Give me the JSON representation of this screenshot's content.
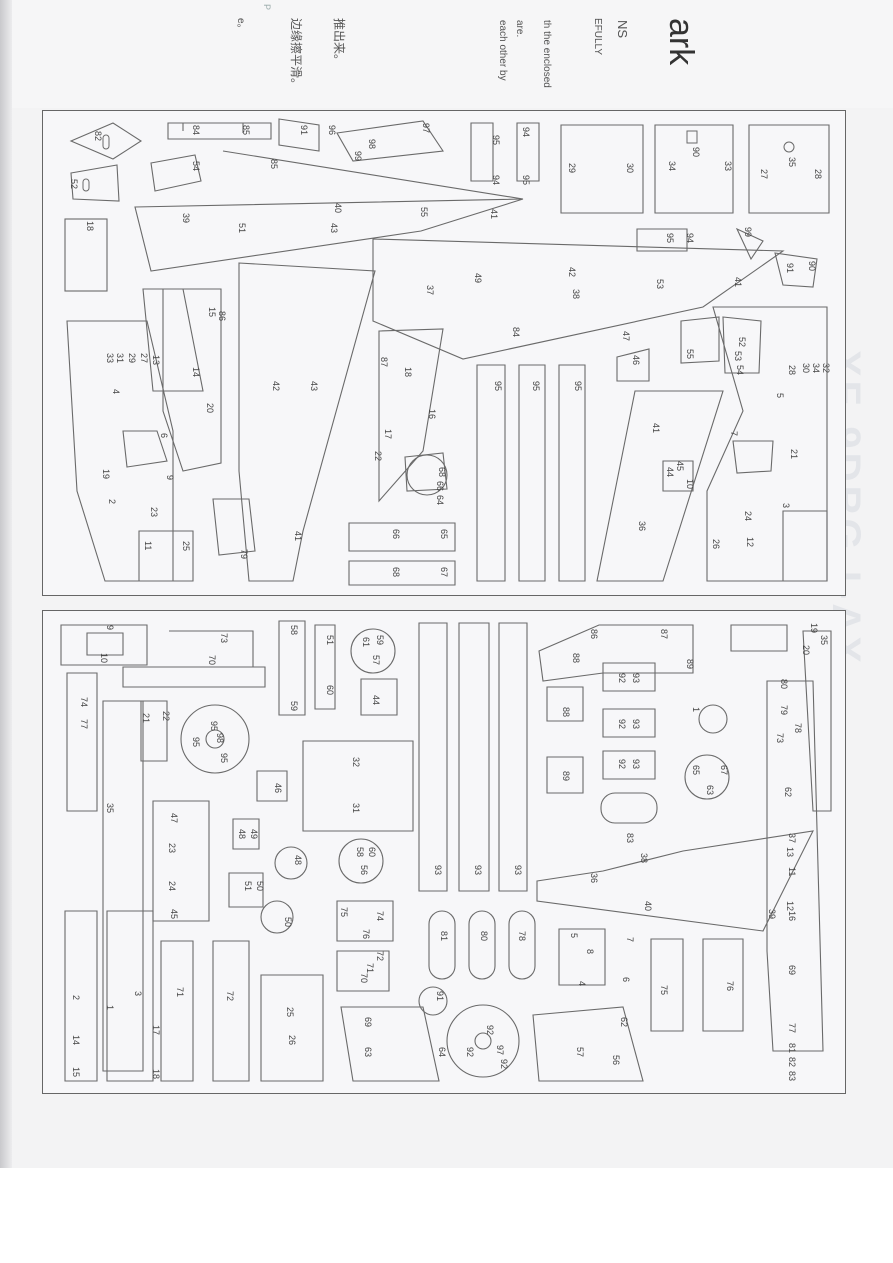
{
  "header": {
    "title_fragment": "ark",
    "subtitle_fragment": "NS",
    "carefully_fragment": "EFULLY",
    "line1": "th the enclosed",
    "line2": "are.",
    "line3": "each other by",
    "cn_line1": "推出来。",
    "cn_line2": "边缘擦平滑。",
    "edge_char1": "P",
    "edge_char2": "e。"
  },
  "watermark": {
    "text": "XF-9DRG-I-AX"
  },
  "sheet_top": {
    "labels": [
      "82",
      "52",
      "18",
      "84",
      "85",
      "54",
      "39",
      "51",
      "85",
      "91",
      "96",
      "97",
      "98",
      "99",
      "95",
      "94",
      "94",
      "95",
      "29",
      "30",
      "90",
      "34",
      "33",
      "35",
      "27",
      "28",
      "40",
      "43",
      "55",
      "41",
      "95",
      "94",
      "99",
      "91",
      "90",
      "37",
      "49",
      "42",
      "38",
      "53",
      "41",
      "84",
      "47",
      "46",
      "55",
      "53",
      "52",
      "54",
      "34",
      "32",
      "30",
      "28",
      "5",
      "27",
      "29",
      "31",
      "33",
      "4",
      "15",
      "86",
      "14",
      "13",
      "42",
      "43",
      "18",
      "87",
      "16",
      "17",
      "95",
      "95",
      "95",
      "20",
      "6",
      "7",
      "21",
      "19",
      "9",
      "10",
      "3",
      "2",
      "23",
      "11",
      "25",
      "79",
      "41",
      "22",
      "68",
      "66",
      "64",
      "45",
      "44",
      "41",
      "36",
      "24",
      "26",
      "12",
      "66",
      "65",
      "68",
      "67"
    ]
  },
  "sheet_bottom": {
    "labels": [
      "9",
      "10",
      "73",
      "70",
      "58",
      "59",
      "51",
      "60",
      "61",
      "59",
      "57",
      "86",
      "87",
      "88",
      "89",
      "19",
      "20",
      "35",
      "80",
      "79",
      "78",
      "73",
      "77",
      "74",
      "21",
      "22",
      "95",
      "98",
      "95",
      "95",
      "44",
      "92",
      "93",
      "92",
      "93",
      "92",
      "93",
      "88",
      "89",
      "1",
      "65",
      "67",
      "63",
      "62",
      "32",
      "31",
      "46",
      "35",
      "47",
      "23",
      "24",
      "45",
      "48",
      "49",
      "48",
      "58",
      "60",
      "56",
      "93",
      "93",
      "93",
      "38",
      "36",
      "40",
      "37",
      "13",
      "11",
      "12",
      "16",
      "39",
      "83",
      "51",
      "50",
      "50",
      "75",
      "74",
      "76",
      "72",
      "71",
      "70",
      "81",
      "80",
      "78",
      "5",
      "7",
      "8",
      "6",
      "4",
      "75",
      "76",
      "69",
      "1",
      "2",
      "3",
      "71",
      "72",
      "91",
      "92",
      "97",
      "92",
      "92",
      "25",
      "26",
      "69",
      "63",
      "64",
      "62",
      "57",
      "56",
      "14",
      "15",
      "17",
      "18",
      "77",
      "81",
      "82",
      "83"
    ]
  },
  "colors": {
    "line": "#6a6a6a",
    "paper": "#f7f7f9",
    "frame": "#666666"
  }
}
